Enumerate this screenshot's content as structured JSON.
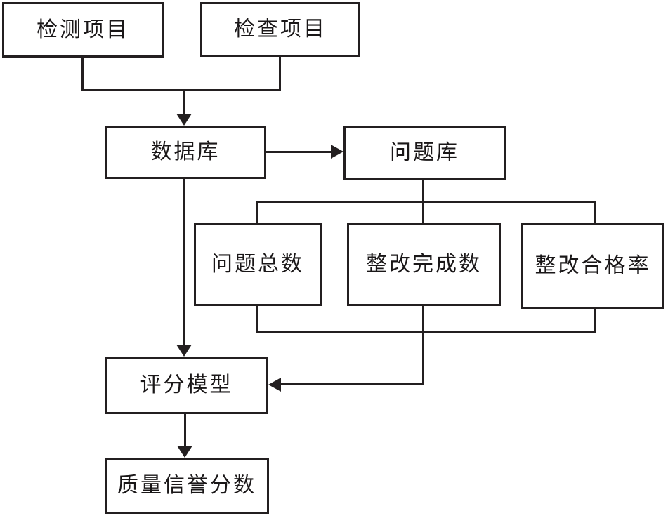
{
  "colors": {
    "line": "#231f20",
    "background": "#ffffff",
    "text": "#1a1718"
  },
  "diagram": {
    "nodes": {
      "test_project": {
        "label": "检测项目"
      },
      "inspection_project": {
        "label": "检查项目"
      },
      "database": {
        "label": "数据库"
      },
      "problem_library": {
        "label": "问题库"
      },
      "problem_total": {
        "label": "问题总数"
      },
      "rectify_completed": {
        "label": "整改完成数"
      },
      "rectify_pass_rate": {
        "label": "整改合格率"
      },
      "scoring_model": {
        "label": "评分模型"
      },
      "quality_credit_score": {
        "label": "质量信誉分数"
      }
    }
  }
}
